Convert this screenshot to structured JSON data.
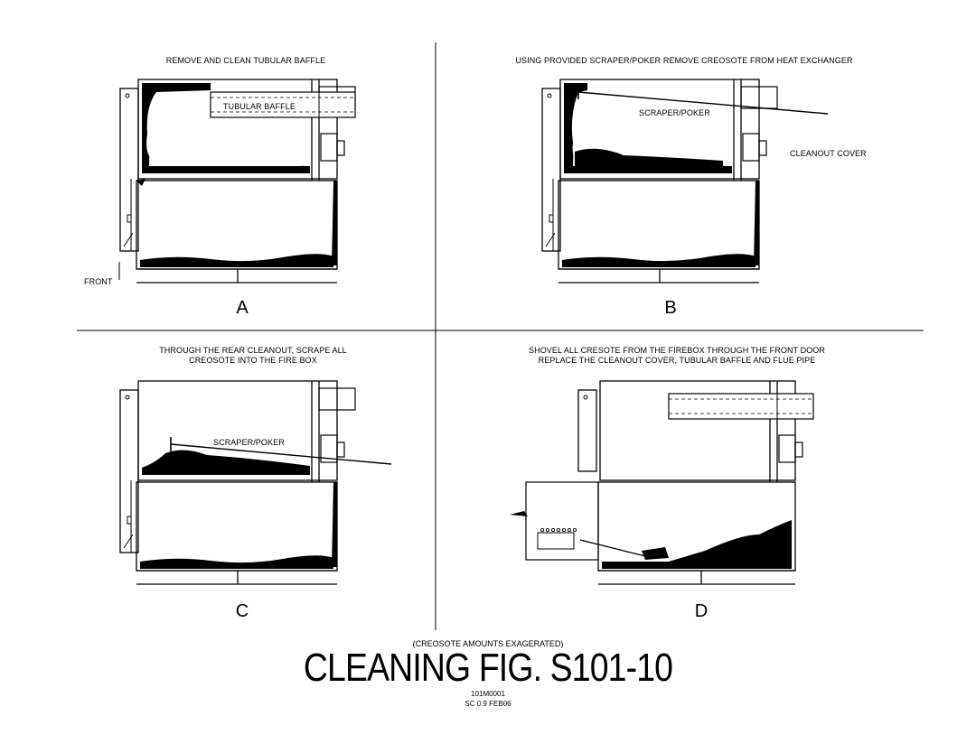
{
  "panels": [
    {
      "letter": "A",
      "caption": "REMOVE AND CLEAN TUBULAR BAFFLE"
    },
    {
      "letter": "B",
      "caption": "USING PROVIDED SCRAPER/POKER REMOVE CREOSOTE FROM HEAT EXCHANGER"
    },
    {
      "letter": "C",
      "caption_line1": "THROUGH THE REAR CLEANOUT, SCRAPE ALL",
      "caption_line2": "CREOSOTE INTO THE FIRE BOX"
    },
    {
      "letter": "D",
      "caption_line1": "SHOVEL ALL CRESOTE FROM THE FIREBOX THROUGH THE FRONT DOOR",
      "caption_line2": "REPLACE THE CLEANOUT COVER, TUBULAR BAFFLE AND FLUE PIPE"
    }
  ],
  "labels": {
    "tubular_baffle": "TUBULAR BAFFLE",
    "scraper_poker_b": "SCRAPER/POKER",
    "cleanout_cover": "CLEANOUT COVER",
    "front": "FRONT",
    "scraper_poker_c": "SCRAPER/POKER"
  },
  "footer": {
    "note": "(CREOSOTE AMOUNTS EXAGERATED)",
    "title": "CLEANING FIG. S101-10",
    "drawing_number": "101M0001",
    "scale_date": "SC 0.9 FEB06"
  }
}
